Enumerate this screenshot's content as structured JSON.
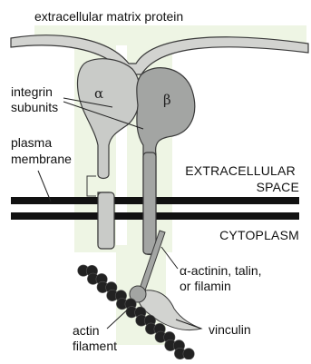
{
  "labels": {
    "ecm_protein": "extracellular matrix protein",
    "integrin_line1": "integrin",
    "integrin_line2": "subunits",
    "plasma_line1": "plasma",
    "plasma_line2": "membrane",
    "extracellular_line1": "EXTRACELLULAR",
    "extracellular_line2": "SPACE",
    "cytoplasm": "CYTOPLASM",
    "adaptor_line1": "α-actinin, talin,",
    "adaptor_line2": "or filamin",
    "vinculin": "vinculin",
    "actin_line1": "actin",
    "actin_line2": "filament"
  },
  "subunit_symbols": {
    "alpha": "α",
    "beta": "β"
  },
  "colors": {
    "background": "#ffffff",
    "background_tint": "#eef5e4",
    "alpha_fill": "#c9cbc8",
    "beta_fill": "#a3a5a3",
    "ecm_fill": "#d2d3d0",
    "outline": "#3a3a3a",
    "membrane": "#111111",
    "actin": "#222222"
  }
}
